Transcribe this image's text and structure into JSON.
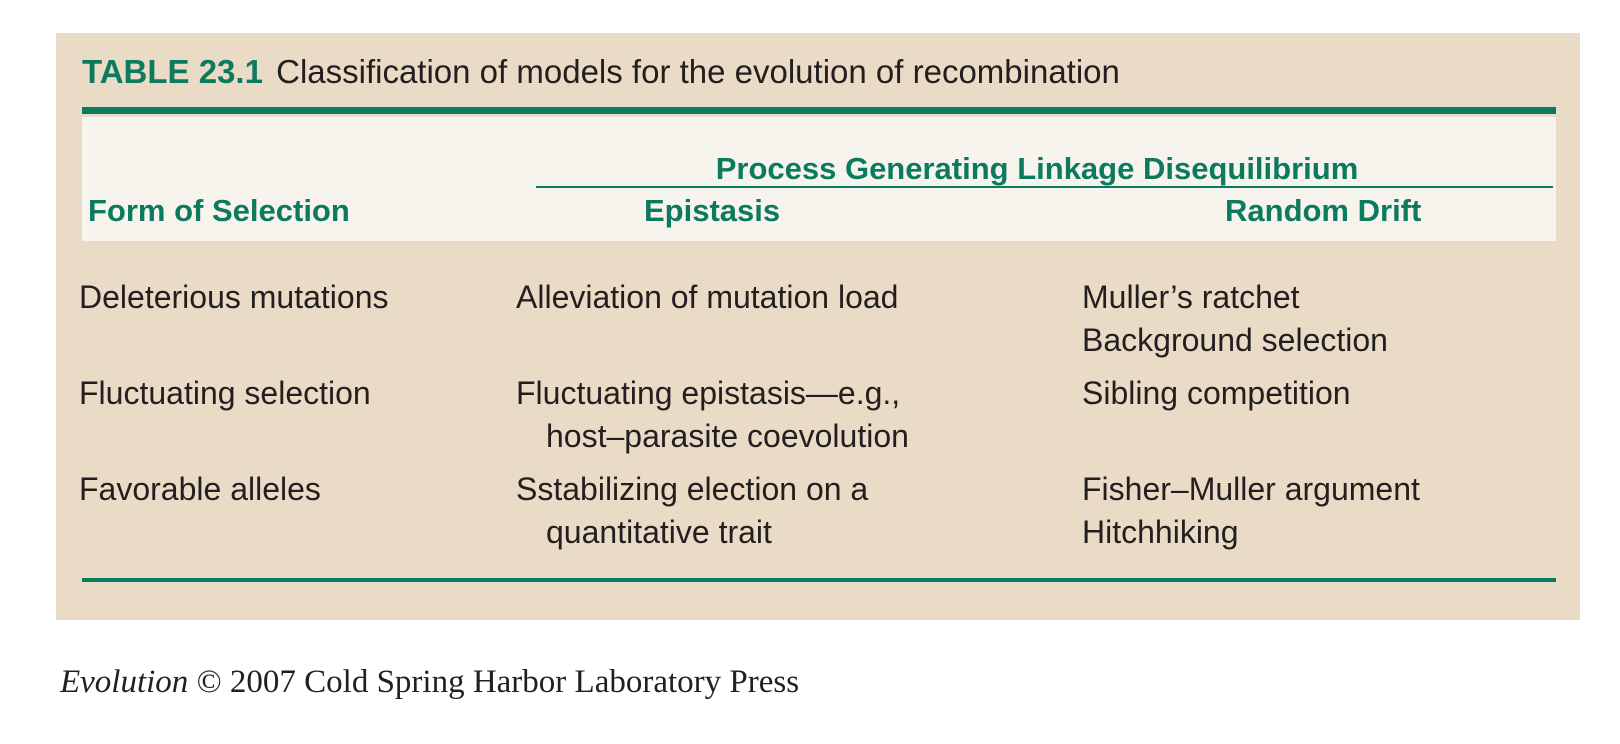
{
  "table": {
    "label": "TABLE 23.1",
    "title": "Classification of models for the evolution of recombination",
    "group_header": "Process Generating Linkage Disequilibrium",
    "columns": [
      "Form of Selection",
      "Epistasis",
      "Random Drift"
    ],
    "rows": [
      {
        "form": "Deleterious mutations",
        "epistasis": [
          "Alleviation of mutation load"
        ],
        "drift": [
          "Muller’s ratchet",
          "Background selection"
        ]
      },
      {
        "form": "Fluctuating selection",
        "epistasis": [
          "Fluctuating epistasis—e.g.,",
          "host–parasite coevolution"
        ],
        "drift": [
          "Sibling competition"
        ]
      },
      {
        "form": "Favorable alleles",
        "epistasis": [
          "Sstabilizing election on a",
          "quantitative trait"
        ],
        "drift": [
          "Fisher–Muller argument",
          "Hitchhiking"
        ]
      }
    ]
  },
  "footer": {
    "book": "Evolution",
    "rest": " © 2007 Cold Spring Harbor Laboratory Press"
  },
  "colors": {
    "accent_green": "#0b7a5f",
    "panel_tan": "#eadbc6",
    "header_cream": "#f7f3ed"
  }
}
